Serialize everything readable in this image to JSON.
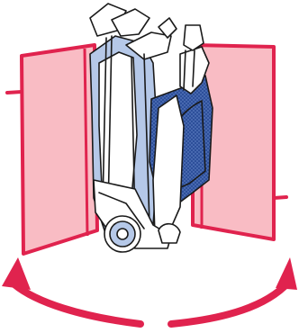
{
  "illustration": {
    "colors": {
      "outline": "#e0234e",
      "screen_fill": "#f9bcc4",
      "stroller_outline": "#1a1a1a",
      "fabric_blue": "#2d4f9a",
      "frame_light_blue": "#b5c8e8",
      "background": "#ffffff"
    },
    "elements": [
      "left-screen-panel",
      "right-screen-panel",
      "folded-stroller",
      "left-rotation-arrow",
      "right-rotation-arrow"
    ]
  }
}
